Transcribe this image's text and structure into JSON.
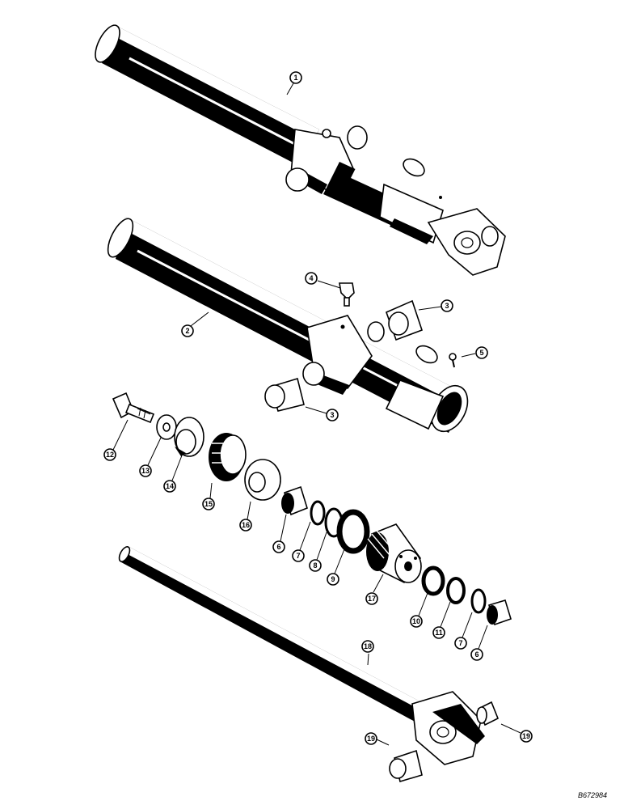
{
  "diagram": {
    "reference_code": "B672984",
    "callouts": [
      "1",
      "2",
      "3",
      "4",
      "5",
      "3",
      "12",
      "13",
      "14",
      "15",
      "16",
      "6",
      "7",
      "8",
      "9",
      "17",
      "10",
      "11",
      "7",
      "6",
      "18",
      "19",
      "19"
    ]
  }
}
